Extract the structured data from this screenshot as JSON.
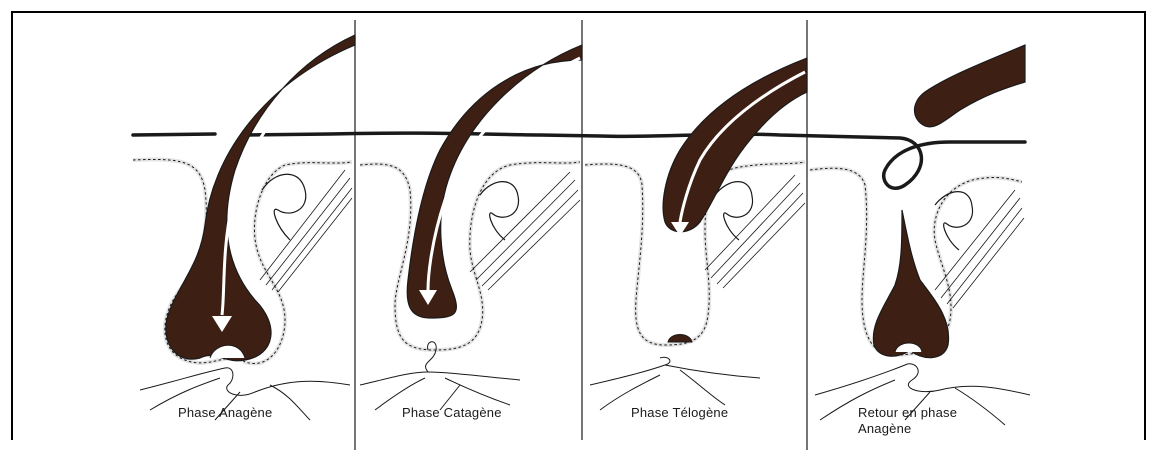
{
  "figure": {
    "colors": {
      "hair": "#3e1f14",
      "line": "#1a1a1a",
      "background": "#ffffff"
    },
    "phases": [
      {
        "id": "anagen",
        "label": "Phase Anagène"
      },
      {
        "id": "catagen",
        "label": "Phase Catagène"
      },
      {
        "id": "telogen",
        "label": "Phase Télogène"
      },
      {
        "id": "return",
        "label_line1": "Retour en phase",
        "label_line2": "Anagène"
      }
    ],
    "icons": [
      "arrow-down-icon"
    ]
  }
}
